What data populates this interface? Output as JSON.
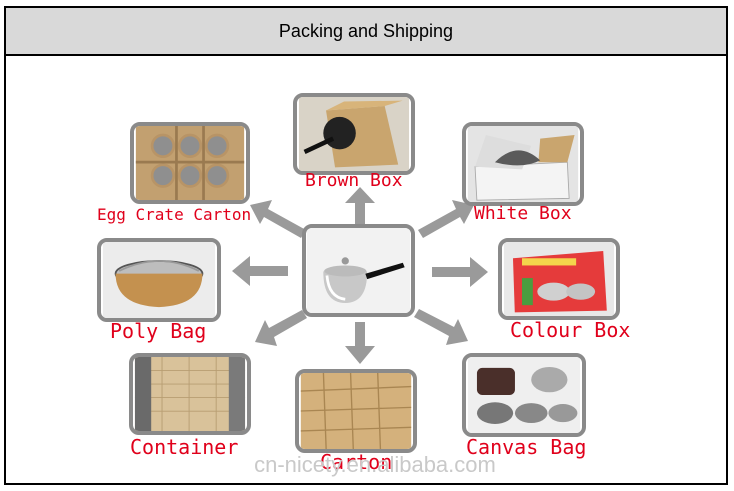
{
  "header": {
    "title": "Packing and Shipping"
  },
  "center": {
    "name": "saucepan"
  },
  "options": [
    {
      "key": "brown_box",
      "label": "Brown Box"
    },
    {
      "key": "egg_crate",
      "label": "Egg Crate Carton"
    },
    {
      "key": "white_box",
      "label": "White Box"
    },
    {
      "key": "poly_bag",
      "label": "Poly Bag"
    },
    {
      "key": "colour_box",
      "label": "Colour Box"
    },
    {
      "key": "container",
      "label": "Container"
    },
    {
      "key": "carton",
      "label": "Carton"
    },
    {
      "key": "canvas_bag",
      "label": "Canvas Bag"
    }
  ],
  "watermark": "cn-nicety.en.alibaba.com",
  "colors": {
    "label": "#e0001b",
    "arrow": "#9a9a9a",
    "header_bg": "#d9d9d9",
    "photo_border": "#8a8a8a"
  }
}
